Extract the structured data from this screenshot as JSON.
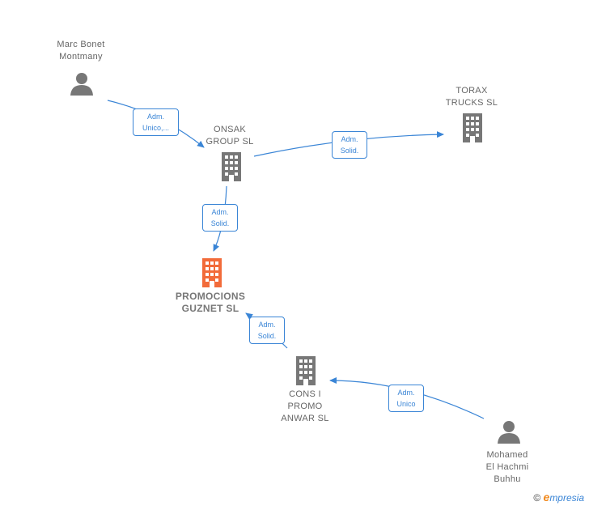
{
  "colors": {
    "edge": "#3a85d6",
    "company": "#777777",
    "focus_company": "#f26b3a",
    "person": "#777777"
  },
  "nodes": {
    "marc": {
      "label": "Marc Bonet\nMontmany",
      "icon": "person-icon"
    },
    "onsak": {
      "label": "ONSAK\nGROUP  SL",
      "icon": "building-icon"
    },
    "torax": {
      "label": "TORAX\nTRUCKS  SL",
      "icon": "building-icon"
    },
    "promocions": {
      "label": "PROMOCIONS\nGUZNET  SL",
      "icon": "building-icon"
    },
    "cons": {
      "label": "CONS I\nPROMO\nANWAR  SL",
      "icon": "building-icon"
    },
    "mohamed": {
      "label": "Mohamed\nEl Hachmi\nBuhhu",
      "icon": "person-icon"
    }
  },
  "edges": {
    "marc_onsak": "Adm.\nUnico,...",
    "onsak_torax": "Adm.\nSolid.",
    "onsak_promocions": "Adm.\nSolid.",
    "cons_promocions": "Adm.\nSolid.",
    "mohamed_cons": "Adm.\nUnico"
  },
  "footer": {
    "copyright": "©",
    "brand_initial": "e",
    "brand_rest": "mpresia"
  }
}
